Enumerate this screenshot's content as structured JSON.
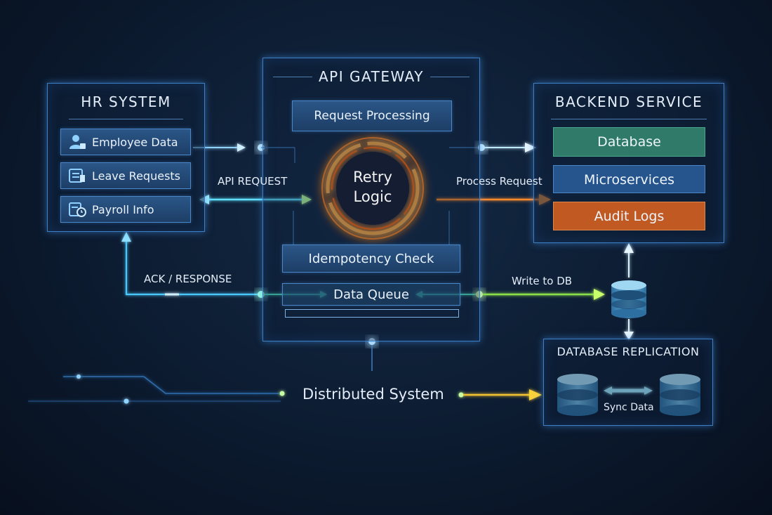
{
  "hr_system": {
    "title": "HR SYSTEM",
    "items": [
      {
        "label": "Employee Data",
        "icon": "user-icon"
      },
      {
        "label": "Leave Requests",
        "icon": "form-icon"
      },
      {
        "label": "Payroll Info",
        "icon": "payroll-clock-icon"
      }
    ]
  },
  "api_gateway": {
    "title": "API GATEWAY",
    "request_processing": "Request Processing",
    "retry_logic": [
      "Retry",
      "Logic"
    ],
    "idempotency_check": "Idempotency Check",
    "data_queue": "Data Queue"
  },
  "backend": {
    "title": "BACKEND SERVICE",
    "items": [
      {
        "label": "Database",
        "color": "#2f7a68"
      },
      {
        "label": "Microservices",
        "color": "#26548c"
      },
      {
        "label": "Audit Logs",
        "color": "#c05a22"
      }
    ]
  },
  "replication": {
    "title": "DATABASE REPLICATION",
    "sync_label": "Sync Data"
  },
  "flows": {
    "api_request": "API REQUEST",
    "process_request": "Process Request",
    "ack_response": "ACK / RESPONSE",
    "write_to_db": "Write to DB",
    "distributed_system": "Distributed System"
  },
  "colors": {
    "cyan": "#49d3ff",
    "orange": "#ff8a2a",
    "green": "#8be04a",
    "yellow": "#f2c230",
    "panel_border": "#3d7fc4"
  }
}
